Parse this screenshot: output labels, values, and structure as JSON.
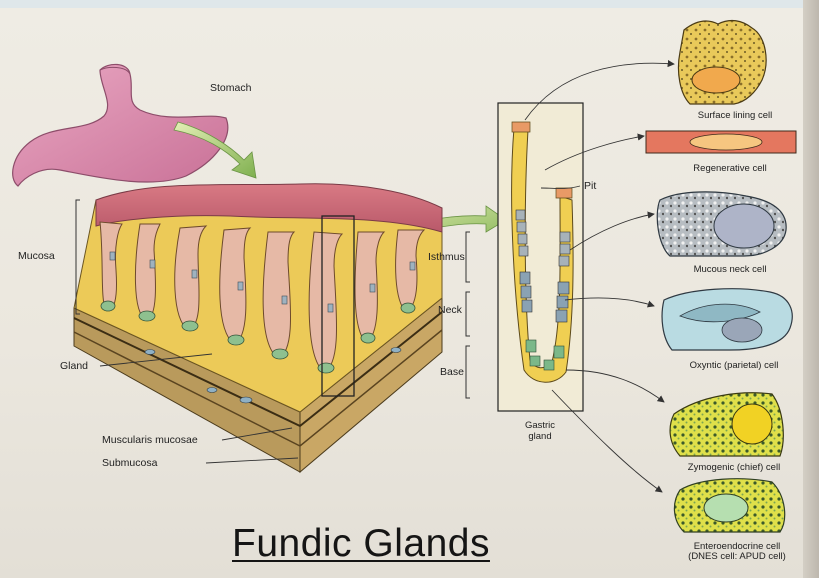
{
  "title": "Fundic Glands",
  "labels": {
    "stomach": "Stomach",
    "mucosa": "Mucosa",
    "gland": "Gland",
    "muscularis_mucosae": "Muscularis mucosae",
    "submucosa": "Submucosa",
    "pit": "Pit",
    "isthmus": "Isthmus",
    "neck": "Neck",
    "base": "Base",
    "gastric_gland_line1": "Gastric",
    "gastric_gland_line2": "gland"
  },
  "cells": {
    "surface_lining": "Surface lining cell",
    "regenerative": "Regenerative cell",
    "mucous_neck": "Mucous neck cell",
    "oxyntic": "Oxyntic (parietal) cell",
    "zymogenic": "Zymogenic (chief) cell",
    "enteroendocrine_line1": "Enteroendocrine cell",
    "enteroendocrine_line2": "(DNES cell: APUD cell)"
  },
  "colors": {
    "stomach": "#d98aad",
    "arrow": "#9fc46a",
    "mucosa": "#c86a78",
    "gland_tissue": "#ecca58"
  }
}
